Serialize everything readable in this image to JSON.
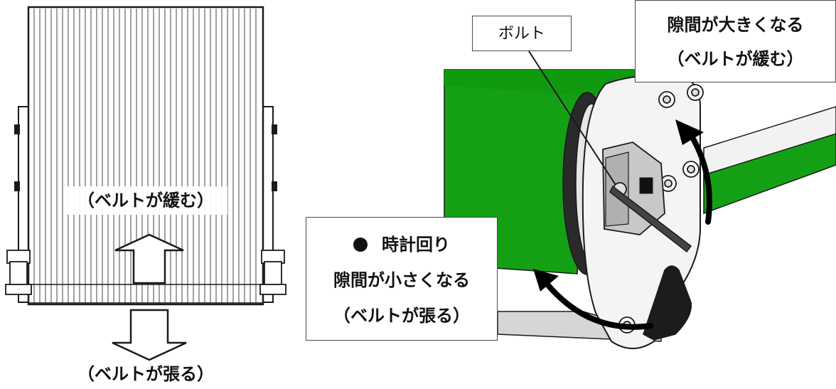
{
  "left_panel": {
    "loosen_label": "（ベルトが緩む）",
    "tighten_label": "（ベルトが張る）"
  },
  "right_panel": {
    "bolt_label": "ボルト",
    "counterclockwise_box": {
      "line1": "隙間が大きくなる",
      "line2": "（ベルトが緩む）"
    },
    "clockwise_box": {
      "line1": "時計回り",
      "line2": "隙間が小さくなる",
      "line3": "（ベルトが張る）"
    }
  },
  "colors": {
    "belt_green": "#14a014",
    "belt_green_dark": "#0b7a0b",
    "outline": "#1a1a1a",
    "plate_gray": "#e8e8e8",
    "arrow_black": "#000000"
  }
}
